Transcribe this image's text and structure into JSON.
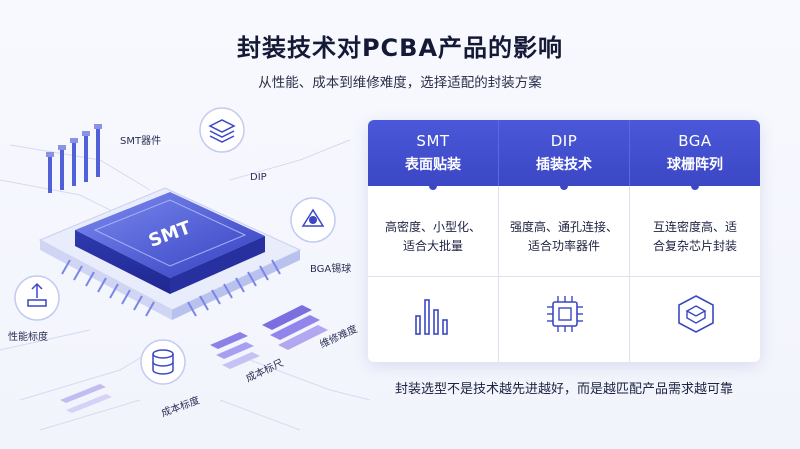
{
  "header": {
    "title": "封装技术对PCBA产品的影响",
    "subtitle": "从性能、成本到维修难度，选择适配的封装方案"
  },
  "illustration": {
    "chip_label": "SMT",
    "labels": {
      "smt_device": "SMT器件",
      "dip": "DIP",
      "bga_solder": "BGA锡球",
      "performance": "性能标度",
      "cost": "成本标度",
      "cost_ruler": "成本标尺",
      "repair": "维修难度"
    }
  },
  "table": {
    "columns": [
      {
        "name": "SMT",
        "subtitle": "表面贴装",
        "desc_line1": "高密度、小型化、",
        "desc_line2": "适合大批量",
        "icon": "bar-chart-icon"
      },
      {
        "name": "DIP",
        "subtitle": "插装技术",
        "desc_line1": "强度高、通孔连接、",
        "desc_line2": "适合功率器件",
        "icon": "chip-icon"
      },
      {
        "name": "BGA",
        "subtitle": "球栅阵列",
        "desc_line1": "互连密度高、适",
        "desc_line2": "合复杂芯片封装",
        "icon": "stack-layers-icon"
      }
    ]
  },
  "footer": {
    "note": "封装选型不是技术越先进越好，而是越匹配产品需求越可靠"
  },
  "colors": {
    "accent": "#3b47c4",
    "header_gradient_top": "#4a58d9",
    "text": "#1c2240"
  }
}
